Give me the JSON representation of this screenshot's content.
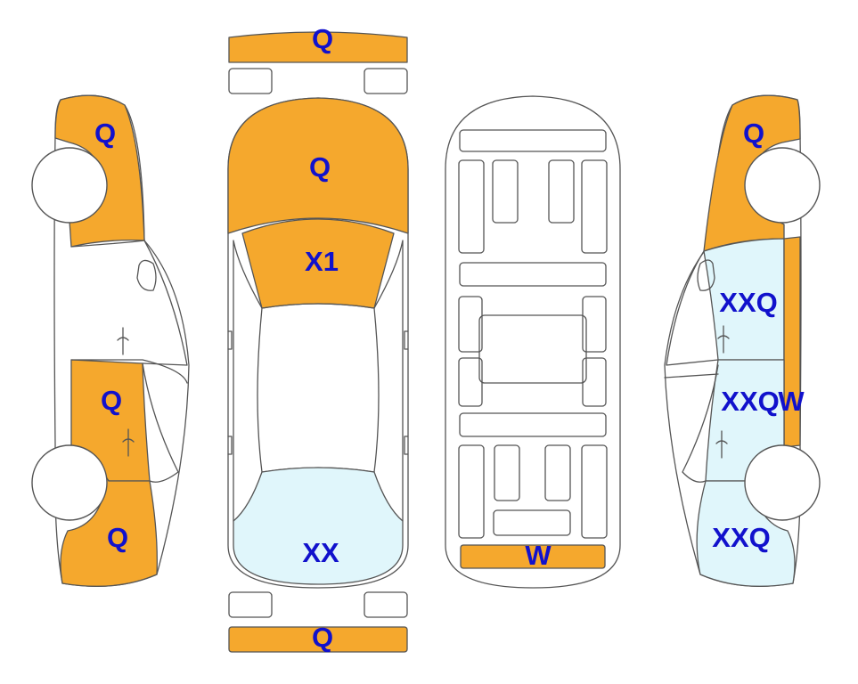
{
  "colors": {
    "paint": "#F5A82D",
    "glass_scratch": "#E0F6FB",
    "label_text": "#1111CC",
    "outline": "#555555",
    "background": "#FFFFFF"
  },
  "views": {
    "front_bumper": {
      "code": "Q"
    },
    "hood": {
      "code": "Q"
    },
    "windshield": {
      "code": "X1"
    },
    "rear_glass": {
      "code": "XX"
    },
    "rear_bumper": {
      "code": "Q"
    },
    "roof_rear_strip": {
      "code": "W"
    },
    "left_front_fender": {
      "code": "Q"
    },
    "left_rear_door": {
      "code": "Q"
    },
    "left_rear_quarter": {
      "code": "Q"
    },
    "right_front_fender": {
      "code": "Q"
    },
    "right_front_door": {
      "code": "XXQ"
    },
    "right_rear_door": {
      "code": "XXQ"
    },
    "right_rocker": {
      "code": "W"
    },
    "right_rear_quarter": {
      "code": "XXQ"
    }
  }
}
